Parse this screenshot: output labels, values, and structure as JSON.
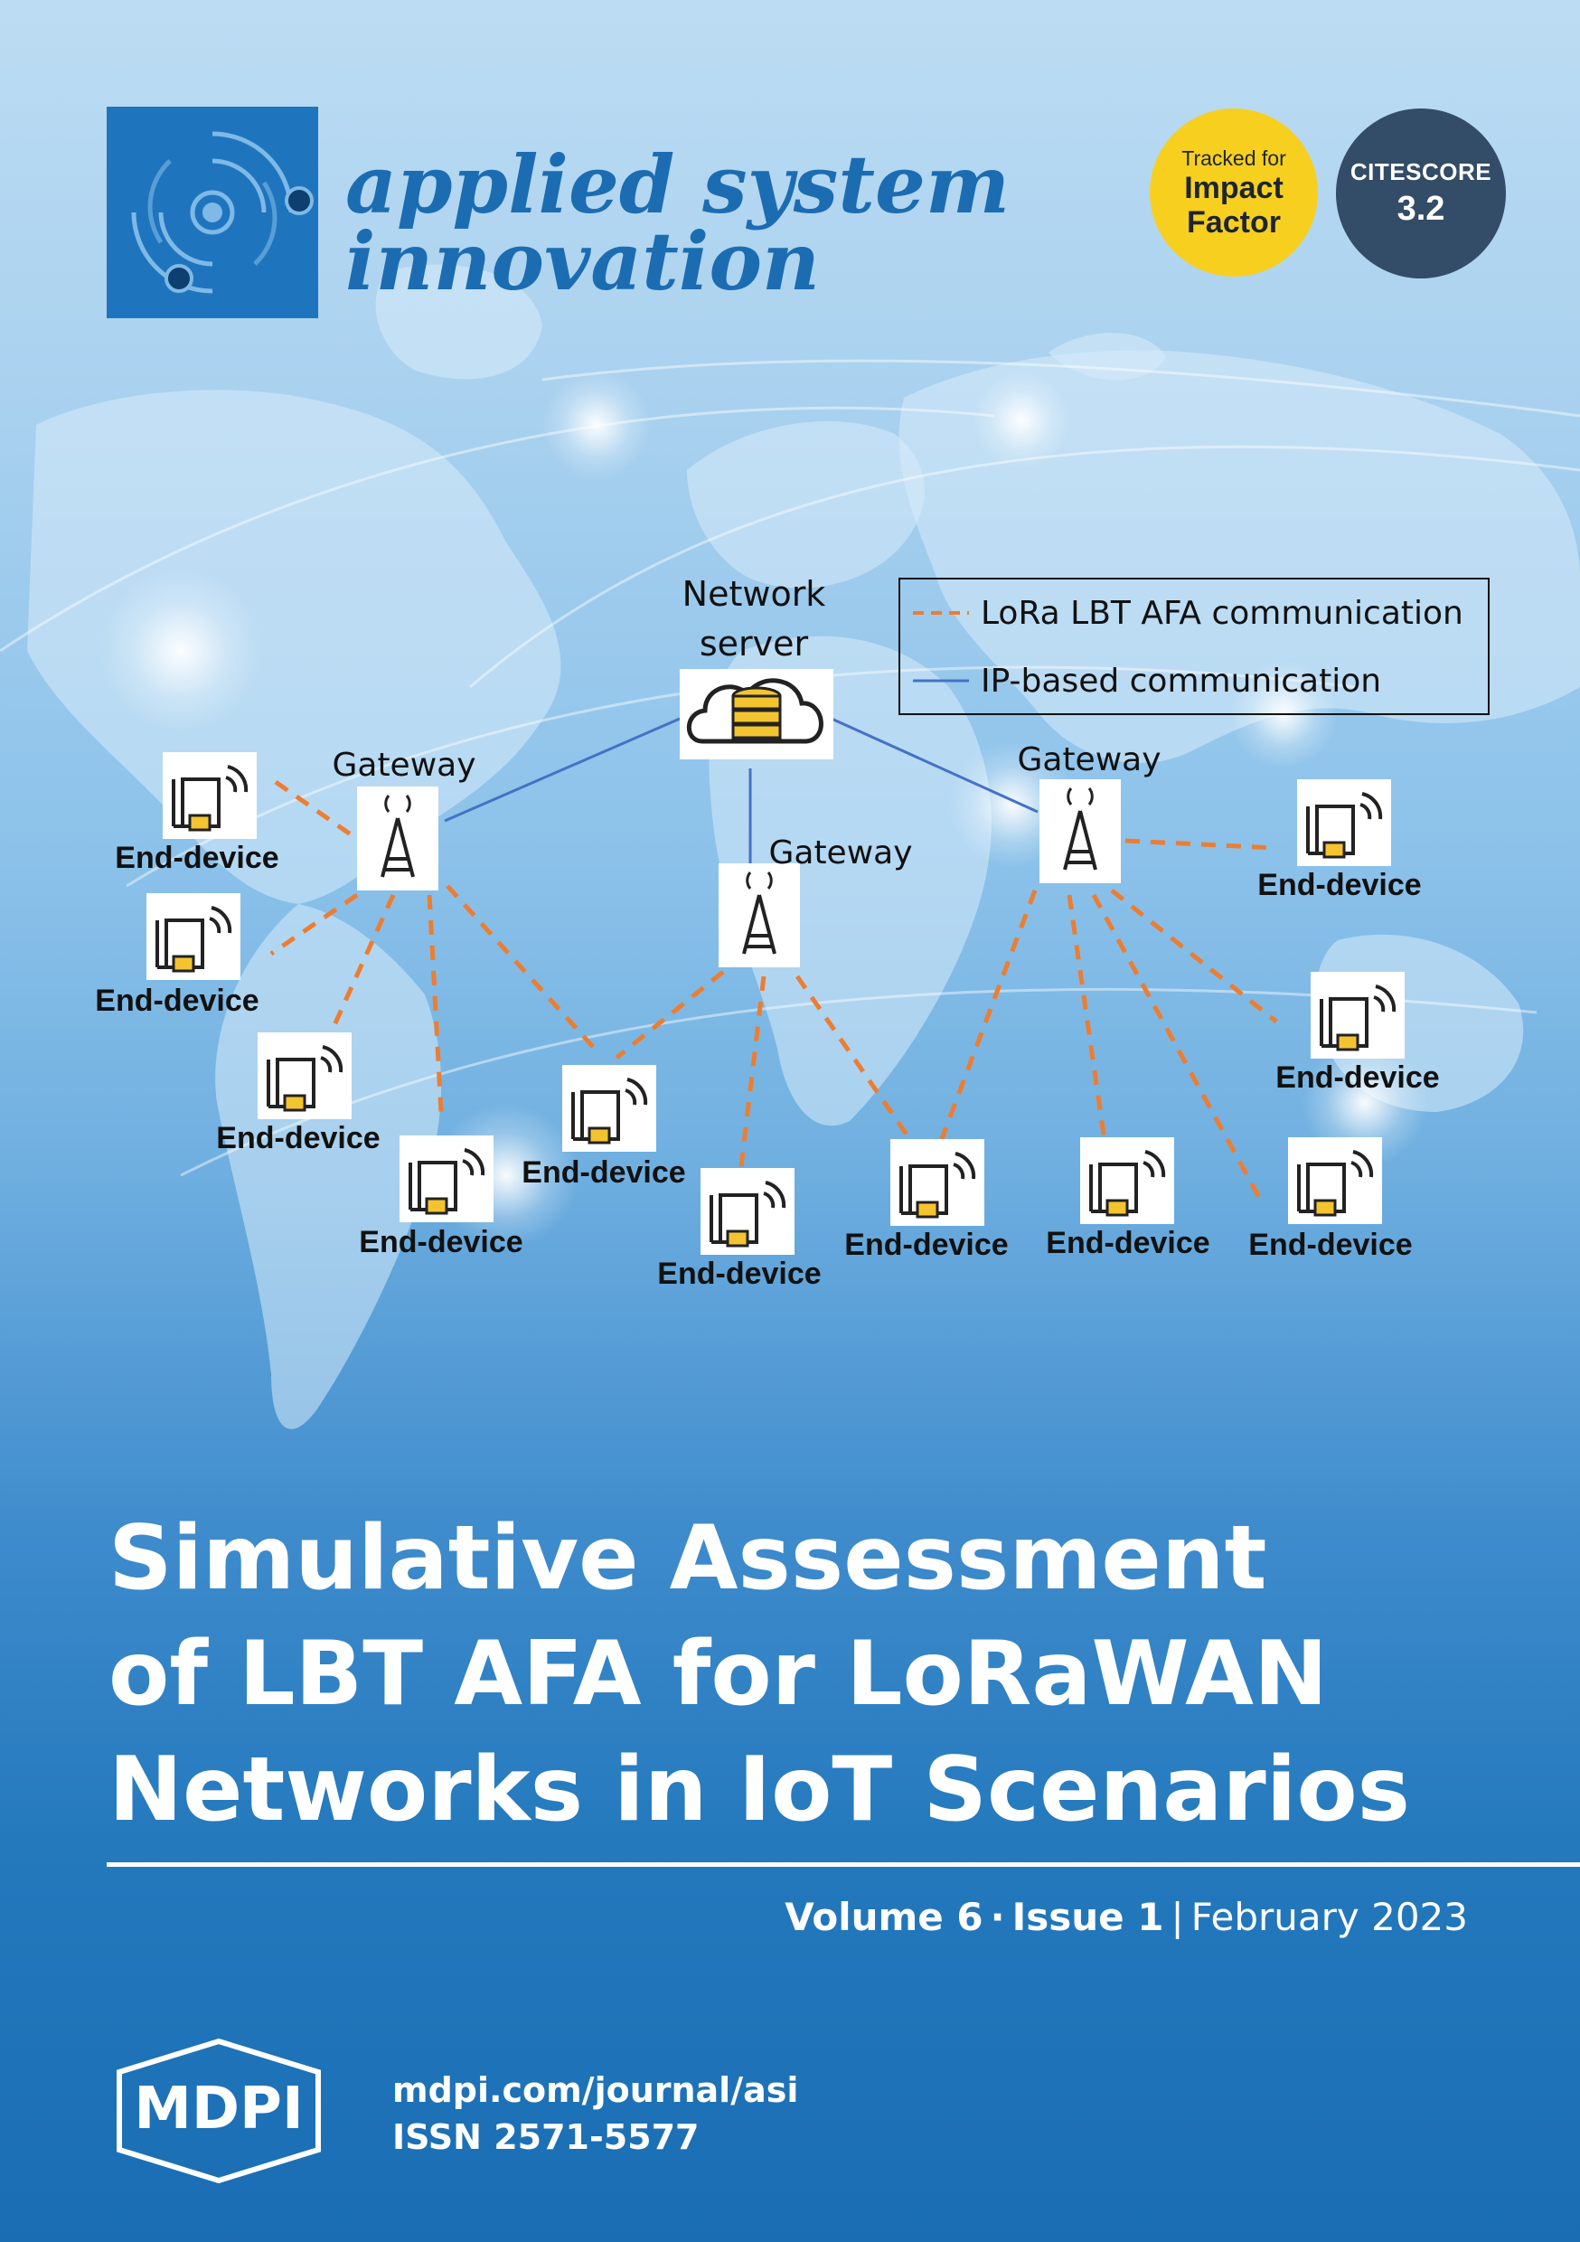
{
  "journal": {
    "title_line1": "applied system",
    "title_line2": "innovation"
  },
  "badges": {
    "impact_factor": {
      "line1": "Tracked for",
      "line2": "Impact",
      "line3": "Factor"
    },
    "citescore": {
      "label": "CITESCORE",
      "value": "3.2"
    }
  },
  "diagram": {
    "network_server_label_line1": "Network",
    "network_server_label_line2": "server",
    "legend": {
      "lora": "LoRa LBT AFA communication",
      "ip": "IP-based communication"
    },
    "gateway_label": "Gateway",
    "end_device_label": "End-device"
  },
  "article": {
    "title_lines": [
      "Simulative Assessment",
      "of LBT AFA for LoRaWAN",
      "Networks in IoT Scenarios"
    ]
  },
  "issue": {
    "volume": "Volume 6",
    "issue": "Issue 1",
    "date": "February 2023"
  },
  "publisher": {
    "logo_text": "MDPI",
    "url": "mdpi.com/journal/asi",
    "issn": "ISSN 2571-5577"
  },
  "colors": {
    "journal_blue": "#1c6cb2",
    "impact_yellow": "#f7cf1f",
    "citescore_navy": "#334c67",
    "lora_dash": "#ed7d31",
    "ip_line": "#4472c4"
  }
}
